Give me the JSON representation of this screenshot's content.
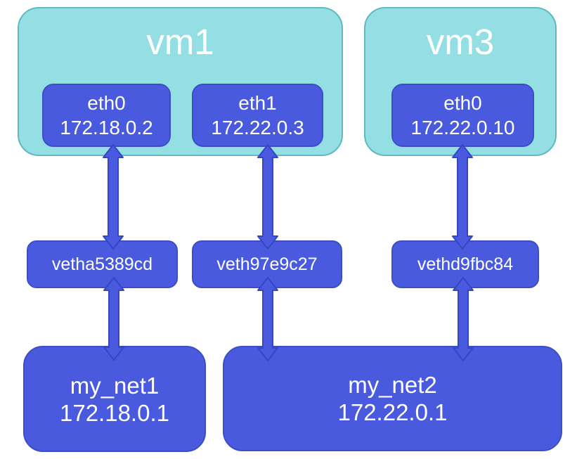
{
  "colors": {
    "background": "#ffffff",
    "vm_fill": "#94dfe3",
    "vm_border": "#62b8c0",
    "node_fill": "#4a5ade",
    "node_border": "#3c4ec6",
    "arrow_fill": "#4a5ade",
    "arrow_stroke": "#3546c4",
    "text": "#ffffff"
  },
  "vms": [
    {
      "name": "vm1",
      "interfaces": [
        {
          "name": "eth0",
          "ip": "172.18.0.2"
        },
        {
          "name": "eth1",
          "ip": "172.22.0.3"
        }
      ]
    },
    {
      "name": "vm3",
      "interfaces": [
        {
          "name": "eth0",
          "ip": "172.22.0.10"
        }
      ]
    }
  ],
  "veth_interfaces": [
    {
      "name": "vetha5389cd"
    },
    {
      "name": "veth97e9c27"
    },
    {
      "name": "vethd9fbc84"
    }
  ],
  "networks": [
    {
      "name": "my_net1",
      "gateway_ip": "172.18.0.1"
    },
    {
      "name": "my_net2",
      "gateway_ip": "172.22.0.1"
    }
  ],
  "connections": [
    {
      "from": "vm1.eth0",
      "to": "vetha5389cd",
      "bidirectional": true
    },
    {
      "from": "vetha5389cd",
      "to": "my_net1",
      "bidirectional": true
    },
    {
      "from": "vm1.eth1",
      "to": "veth97e9c27",
      "bidirectional": true
    },
    {
      "from": "veth97e9c27",
      "to": "my_net2",
      "bidirectional": true
    },
    {
      "from": "vm3.eth0",
      "to": "vethd9fbc84",
      "bidirectional": true
    },
    {
      "from": "vethd9fbc84",
      "to": "my_net2",
      "bidirectional": true
    }
  ]
}
